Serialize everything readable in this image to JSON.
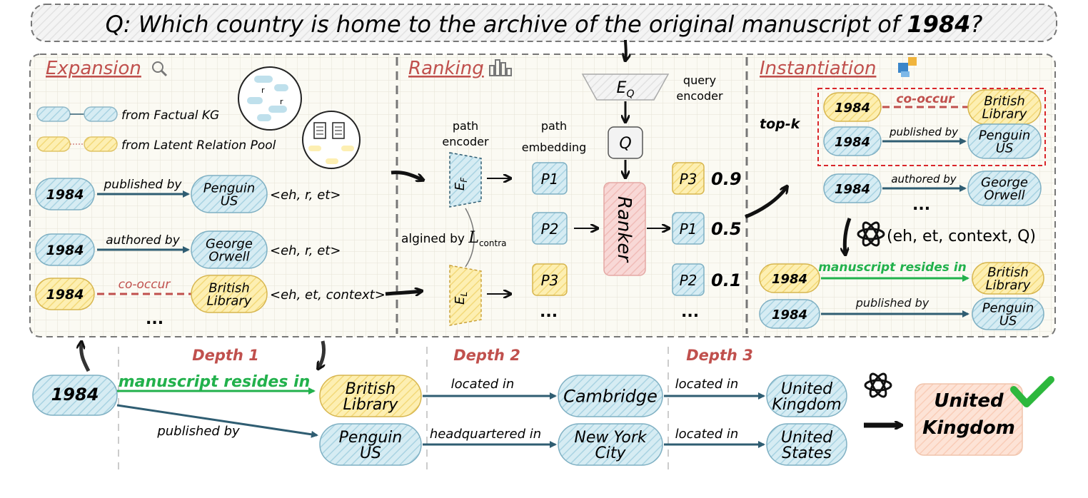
{
  "question": {
    "prefix": "Q: Which country is home to the archive of the original manuscript of ",
    "bold": "1984",
    "suffix": "?"
  },
  "expansion": {
    "title": "Expansion",
    "legend": {
      "factual": "from Factual KG",
      "latent": "from Latent Relation Pool",
      "r_label": "r"
    },
    "rows": [
      {
        "head": "1984",
        "rel": "published by",
        "tail": [
          "Penguin",
          "US"
        ],
        "tuple": "<eh, r, et>"
      },
      {
        "head": "1984",
        "rel": "authored by",
        "tail": [
          "George",
          "Orwell"
        ],
        "tuple": "<eh, r, et>"
      },
      {
        "head": "1984",
        "rel": "co-occur",
        "tail": [
          "British",
          "Library"
        ],
        "tuple": "<eh, et, context>"
      }
    ],
    "ellipsis": "..."
  },
  "ranking": {
    "title": "Ranking",
    "eq": "E",
    "eq_sub": "Q",
    "query_encoder": [
      "query",
      "encoder"
    ],
    "q": "Q",
    "path_encoder": [
      "path",
      "encoder"
    ],
    "path_embedding": [
      "path",
      "embedding"
    ],
    "ef": "E",
    "ef_sub": "F",
    "el": "E",
    "el_sub": "L",
    "aligned_by": "algined by ",
    "loss": "L",
    "loss_sub": "contra",
    "embeds": [
      "P1",
      "P2",
      "P3"
    ],
    "ranker": "Ranker",
    "ranked": [
      {
        "p": "P3",
        "score": "0.9"
      },
      {
        "p": "P1",
        "score": "0.5"
      },
      {
        "p": "P2",
        "score": "0.1"
      }
    ],
    "ellipsis": "..."
  },
  "instantiation": {
    "title": "Instantiation",
    "topk": "top-k",
    "rows": [
      {
        "head": "1984",
        "rel": "co-occur",
        "tail": [
          "British",
          "Library"
        ]
      },
      {
        "head": "1984",
        "rel": "published by",
        "tail": [
          "Penguin",
          "US"
        ]
      },
      {
        "head": "1984",
        "rel": "authored by",
        "tail": [
          "George",
          "Orwell"
        ]
      }
    ],
    "ellipsis": "...",
    "llm_input": "(eh, et, context, Q)",
    "out_rows": [
      {
        "head": "1984",
        "rel": "manuscript resides in",
        "tail": [
          "British",
          "Library"
        ]
      },
      {
        "head": "1984",
        "rel": "published by",
        "tail": [
          "Penguin",
          "US"
        ]
      }
    ]
  },
  "bottom": {
    "depths": [
      "Depth 1",
      "Depth 2",
      "Depth 3"
    ],
    "root": "1984",
    "rel1a": "manuscript resides in",
    "rel1b": "published by",
    "d1a": [
      "British",
      "Library"
    ],
    "d1b": [
      "Penguin",
      "US"
    ],
    "rel2a": "located in",
    "rel2b": "headquartered in",
    "d2a": [
      "Cambridge"
    ],
    "d2b": [
      "New York",
      "City"
    ],
    "rel3a": "located in",
    "rel3b": "located in",
    "d3a": [
      "United",
      "Kingdom"
    ],
    "d3b": [
      "United",
      "States"
    ],
    "answer": [
      "United",
      "Kingdom"
    ]
  },
  "colors": {
    "blue": "#d6ecf3",
    "blue_stroke": "#2f5d72",
    "yellow": "#fdefb2",
    "yellow_stroke": "#c9a13a",
    "red_title": "#c0504d",
    "green": "#22b14c",
    "arrow": "#2f5d72",
    "dash_red": "#c0504d",
    "answer_bg": "#fde3d6"
  }
}
